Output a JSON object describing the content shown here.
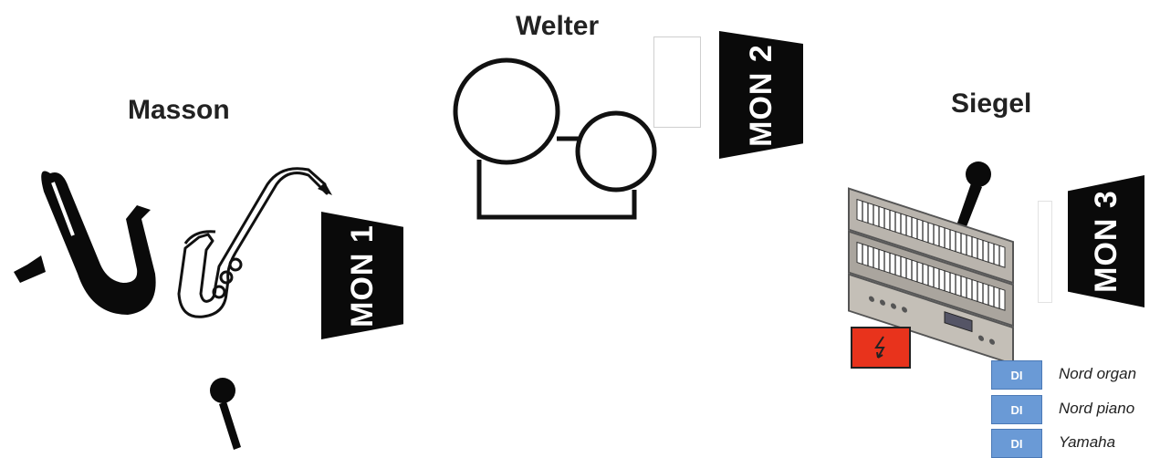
{
  "musicians": {
    "masson": "Masson",
    "welter": "Welter",
    "siegel": "Siegel"
  },
  "monitors": {
    "mon1": "MON 1",
    "mon2": "MON 2",
    "mon3": "MON 3"
  },
  "di_inputs": [
    {
      "tag": "DI",
      "label": "Nord organ"
    },
    {
      "tag": "DI",
      "label": "Nord piano"
    },
    {
      "tag": "DI",
      "label": "Yamaha"
    }
  ],
  "colors": {
    "di_blue": "#6a9ad6",
    "power_red": "#e8331c",
    "monitor_black": "#0a0a0a"
  },
  "icons": [
    "saxophone-icon",
    "microphone-icon",
    "drum-kit-icon",
    "keyboard-icon",
    "power-outlet-icon"
  ]
}
